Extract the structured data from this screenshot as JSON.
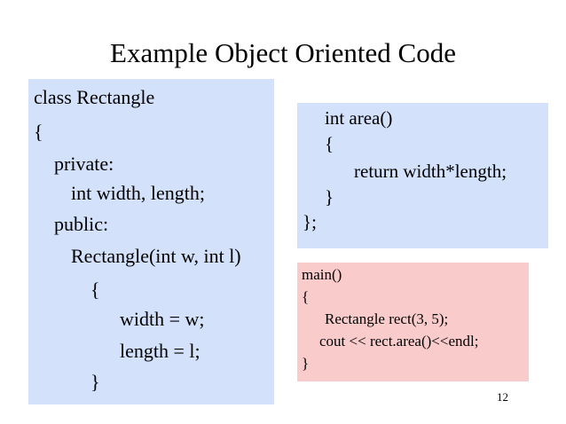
{
  "slide": {
    "title": "Example Object Oriented Code",
    "page_number": "12",
    "colors": {
      "code_box_blue": "#d3e1fb",
      "main_box_pink": "#f9cbcb"
    }
  },
  "class_code": {
    "lines": [
      "class Rectangle",
      "{",
      "private:",
      "int width, length;",
      "public:",
      "Rectangle(int w, int l)",
      "{",
      "width = w;",
      "length = l;",
      "}"
    ]
  },
  "area_code": {
    "lines": [
      "int area()",
      "{",
      "return width*length;",
      "}",
      "};"
    ]
  },
  "main_code": {
    "lines": [
      "main()",
      "{",
      "Rectangle rect(3, 5);",
      "cout << rect.area()<<endl;",
      "}"
    ]
  }
}
